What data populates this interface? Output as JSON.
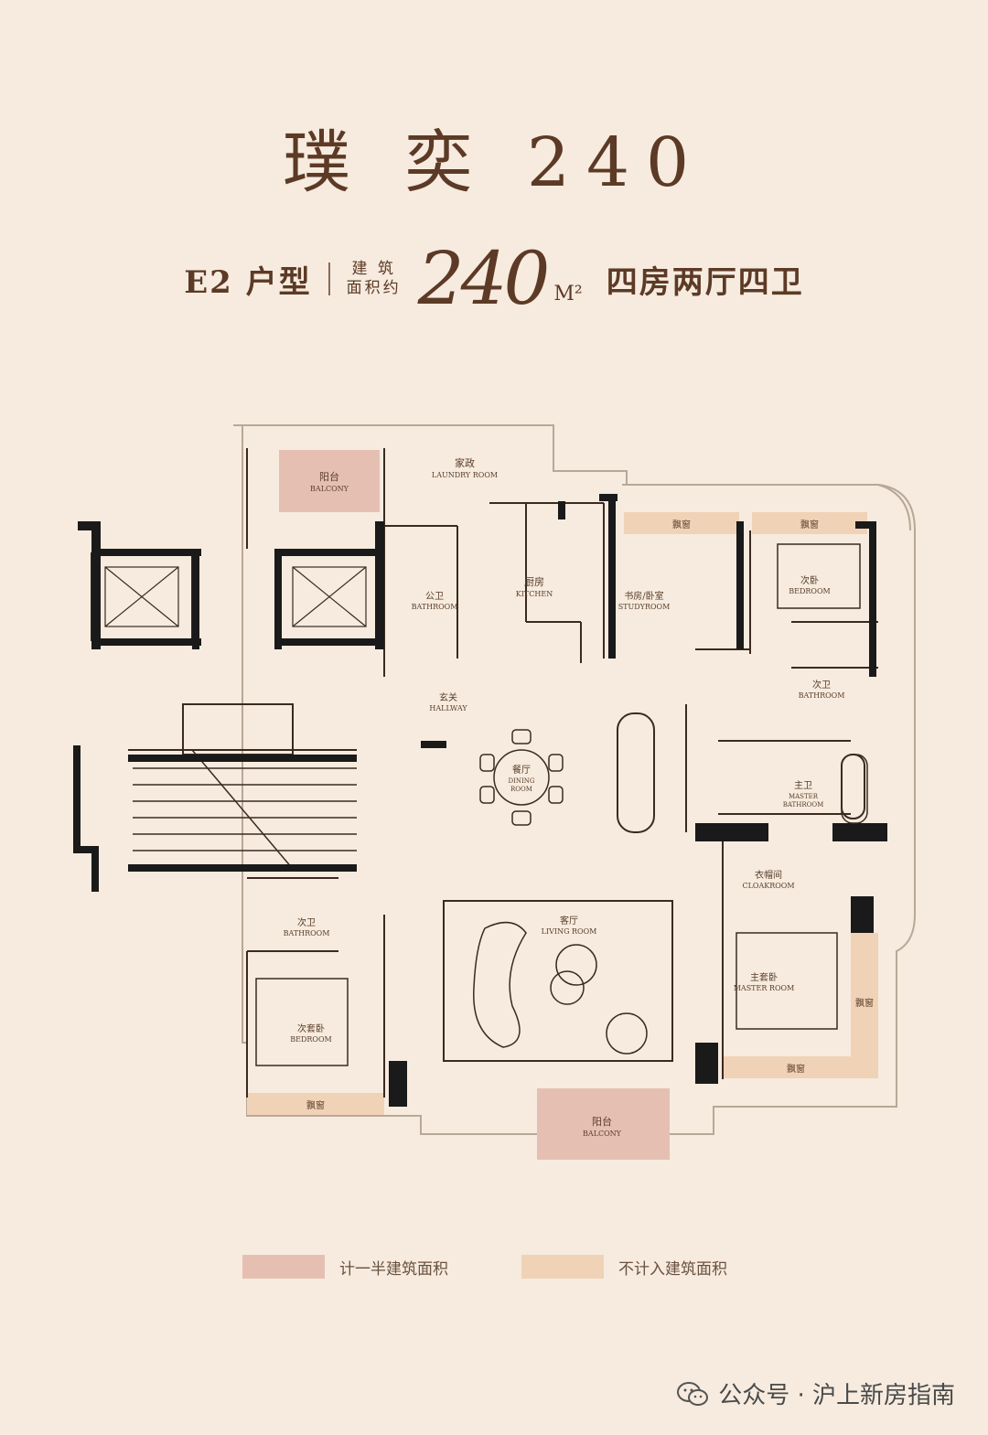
{
  "title": "璞 奕 240",
  "subtitle": {
    "unit_type": "E2 户型",
    "area_label_line1": "建 筑",
    "area_label_line2": "面积约",
    "area_value": "240",
    "area_unit": "M²",
    "rooms": "四房两厅四卫"
  },
  "rooms": {
    "balcony_top": {
      "cn": "阳台",
      "en": "BALCONY"
    },
    "laundry": {
      "cn": "家政",
      "en": "LAUNDRY ROOM"
    },
    "public_bath": {
      "cn": "公卫",
      "en": "BATHROOM"
    },
    "kitchen": {
      "cn": "厨房",
      "en": "KITCHEN"
    },
    "bay_window_1": {
      "cn": "飘窗"
    },
    "bay_window_2": {
      "cn": "飘窗"
    },
    "study": {
      "cn": "书房/卧室",
      "en": "STUDYROOM"
    },
    "bedroom": {
      "cn": "次卧",
      "en": "BEDROOM"
    },
    "bath2": {
      "cn": "次卫",
      "en": "BATHROOM"
    },
    "hallway": {
      "cn": "玄关",
      "en": "HALLWAY"
    },
    "dining": {
      "cn": "餐厅",
      "en": "DINING",
      "en2": "ROOM"
    },
    "master_bath": {
      "cn": "主卫",
      "en": "MASTER",
      "en2": "BATHROOM"
    },
    "cloakroom": {
      "cn": "衣帽间",
      "en": "CLOAKROOM"
    },
    "bath3": {
      "cn": "次卫",
      "en": "BATHROOM"
    },
    "living": {
      "cn": "客厅",
      "en": "LIVING ROOM"
    },
    "master_bed": {
      "cn": "主套卧",
      "en": "MASTER ROOM"
    },
    "second_suite": {
      "cn": "次套卧",
      "en": "BEDROOM"
    },
    "bay_window_3": {
      "cn": "飘窗"
    },
    "bay_window_4": {
      "cn": "飘窗"
    },
    "bay_window_5": {
      "cn": "飘窗"
    },
    "balcony_bottom": {
      "cn": "阳台",
      "en": "BALCONY"
    }
  },
  "legend": [
    {
      "label": "计一半建筑面积",
      "color": "#e6bfb3"
    },
    {
      "label": "不计入建筑面积",
      "color": "#f0d2b6"
    }
  ],
  "watermark": "公众号 · 沪上新房指南",
  "colors": {
    "background": "#f6ebde",
    "half_area": "#e6bfb3",
    "excluded_area": "#f0d2b6",
    "wall": "#1a1a1a",
    "text": "#5c3a26"
  }
}
